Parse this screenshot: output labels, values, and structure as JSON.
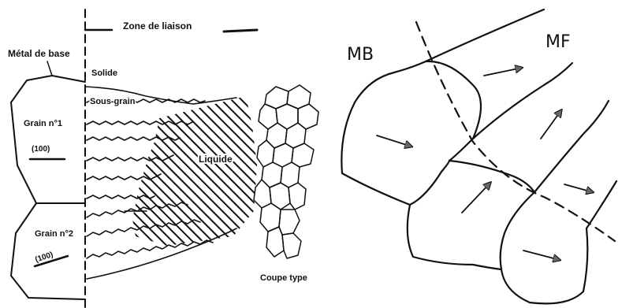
{
  "left_diagram": {
    "zone_label": "Zone de liaison",
    "base_metal_label": "Métal de base",
    "solid_label": "Solide",
    "subgrain_label": "Sous-grain",
    "grain1_label": "Grain n°1",
    "grain1_orientation": "(100)",
    "grain2_label": "Grain n°2",
    "grain2_orientation": "(100)",
    "liquid_label": "Liquide",
    "section_label": "Coupe type"
  },
  "right_diagram": {
    "base_metal_label": "MB",
    "weld_metal_label": "MF"
  }
}
